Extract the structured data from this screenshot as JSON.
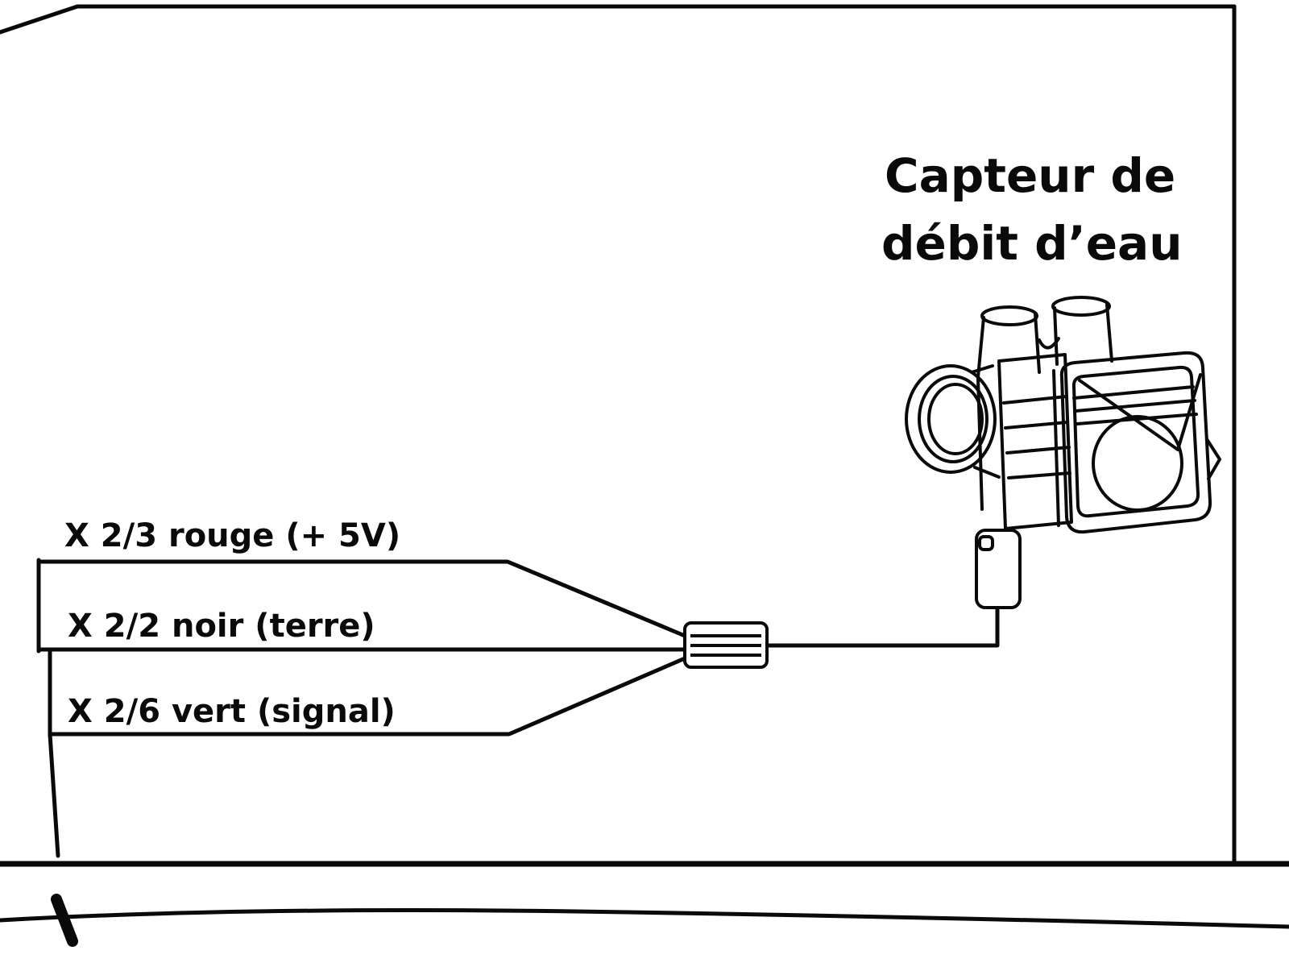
{
  "diagram": {
    "title_line1": "Capteur de",
    "title_line2": "débit d’eau",
    "wires": [
      {
        "id": "X2-3",
        "label": "X 2/3 rouge (+ 5V)"
      },
      {
        "id": "X2-2",
        "label": "X 2/2 noir (terre)"
      },
      {
        "id": "X2-6",
        "label": "X 2/6 vert (signal)"
      }
    ]
  },
  "colors": {
    "line": "#0a0a0a",
    "background": "#ffffff"
  }
}
